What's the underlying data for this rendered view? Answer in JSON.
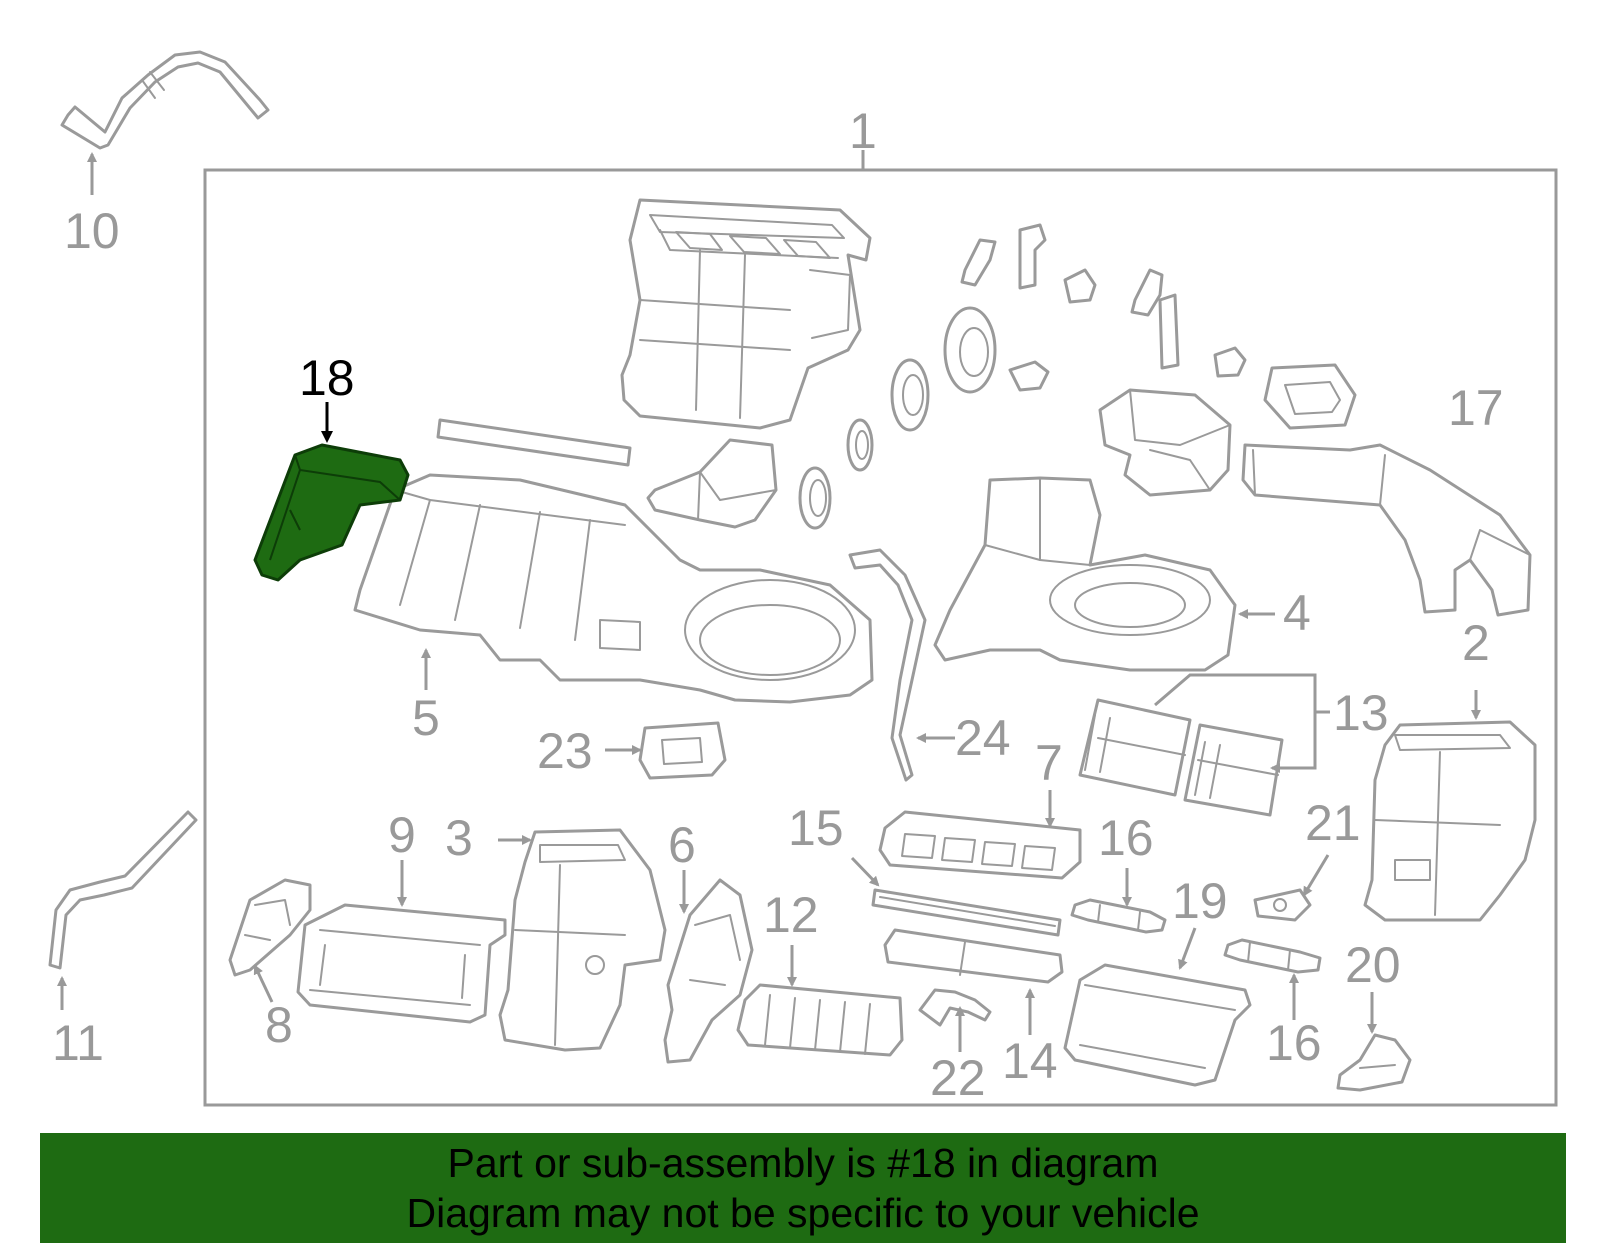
{
  "diagram": {
    "highlight_part": "18",
    "highlight_color": "#1e6b12",
    "line_color": "#9a9a9a",
    "callouts": {
      "c1": "1",
      "c2": "2",
      "c3": "3",
      "c4": "4",
      "c5": "5",
      "c6": "6",
      "c7": "7",
      "c8": "8",
      "c9": "9",
      "c10": "10",
      "c11": "11",
      "c12": "12",
      "c13": "13",
      "c14": "14",
      "c15": "15",
      "c16a": "16",
      "c16b": "16",
      "c17": "17",
      "c18": "18",
      "c19": "19",
      "c20": "20",
      "c21": "21",
      "c22": "22",
      "c23": "23",
      "c24": "24"
    }
  },
  "banner": {
    "line1": "Part or sub-assembly is #18 in diagram",
    "line2": "Diagram may not be specific to your vehicle",
    "background": "#1e6b12"
  }
}
